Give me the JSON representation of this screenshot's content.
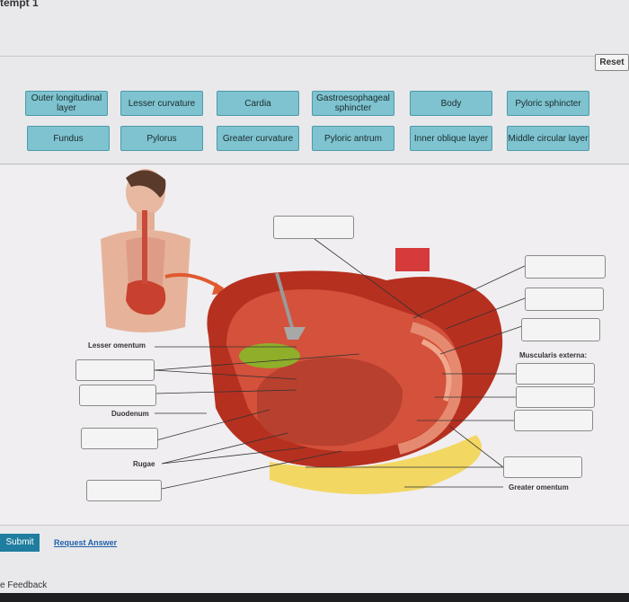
{
  "header": {
    "attempt_label": "tempt 1"
  },
  "toolbar": {
    "reset_label": "Reset"
  },
  "label_bank": {
    "row1": [
      "Outer longitudinal layer",
      "Lesser curvature",
      "Cardia",
      "Gastroesophageal sphincter",
      "Body",
      "Pyloric sphincter"
    ],
    "row2": [
      "Fundus",
      "Pylorus",
      "Greater curvature",
      "Pyloric antrum",
      "Inner oblique layer",
      "Middle circular layer"
    ]
  },
  "figure": {
    "labels": {
      "lesser_omentum": "Lesser omentum",
      "duodenum": "Duodenum",
      "rugae": "Rugae",
      "muscularis_externa": "Muscularis externa:",
      "greater_omentum": "Greater omentum"
    }
  },
  "footer": {
    "submit_label": "Submit",
    "request_answer_label": "Request Answer",
    "feedback_label": "e Feedback"
  },
  "colors": {
    "chip": "#7ec3cf",
    "submit": "#1f7ea0",
    "link": "#1f5fa8"
  }
}
